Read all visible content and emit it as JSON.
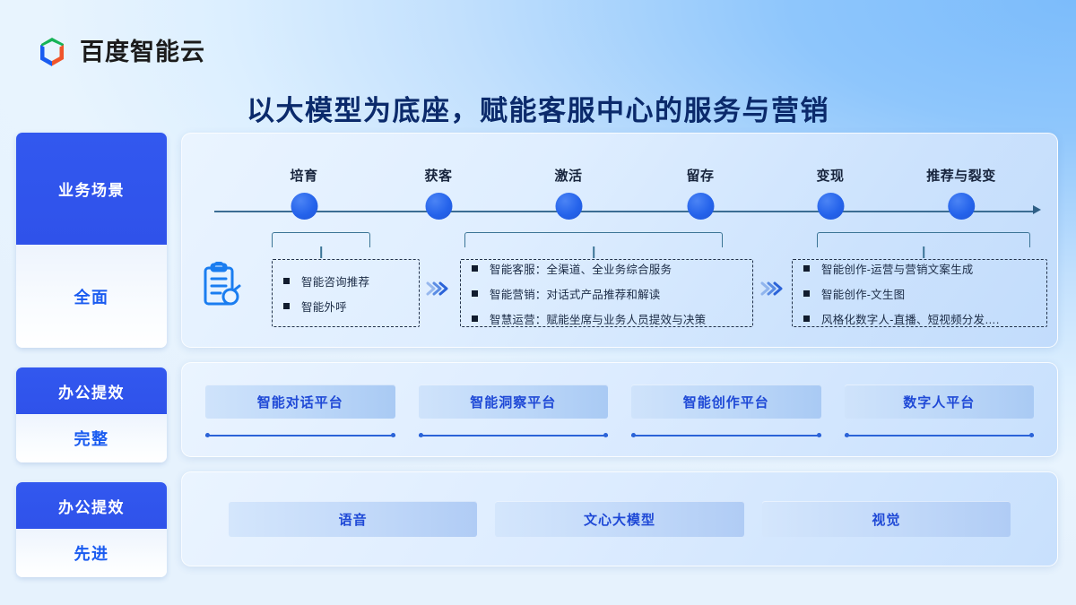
{
  "brand": {
    "name": "百度智能云",
    "logo_icon": "baidu-cloud-cube-logo"
  },
  "deck": {
    "title": "以大模型为底座，赋能客服中心的服务与营销"
  },
  "sidebar": {
    "items": [
      {
        "top": "业务场景",
        "bottom": "全面"
      },
      {
        "top": "办公提效",
        "bottom": "完整"
      },
      {
        "top": "办公提效",
        "bottom": "先进"
      }
    ]
  },
  "scenarios": {
    "timeline": {
      "nodes": [
        {
          "label": "培育"
        },
        {
          "label": "获客"
        },
        {
          "label": "激活"
        },
        {
          "label": "留存"
        },
        {
          "label": "变现"
        },
        {
          "label": "推荐与裂变"
        }
      ],
      "arrow_icon": "arrow-right-icon"
    },
    "clipboard_icon": "clipboard-search-icon",
    "chevron_icon": "double-chevron-right-icon",
    "groups": [
      {
        "items": [
          "智能咨询推荐",
          "智能外呼"
        ]
      },
      {
        "items": [
          "智能客服：全渠道、全业务综合服务",
          "智能营销：对话式产品推荐和解读",
          "智慧运营：赋能坐席与业务人员提效与决策"
        ]
      },
      {
        "items": [
          "智能创作-运营与营销文案生成",
          "智能创作-文生图",
          "风格化数字人-直播、短视频分发…."
        ]
      }
    ]
  },
  "platforms": {
    "cards": [
      {
        "label": "智能对话平台"
      },
      {
        "label": "智能洞察平台"
      },
      {
        "label": "智能创作平台"
      },
      {
        "label": "数字人平台"
      }
    ]
  },
  "foundation": {
    "cards": [
      {
        "label": "语音"
      },
      {
        "label": "文心大模型"
      },
      {
        "label": "视觉"
      }
    ]
  },
  "colors": {
    "brand_blue": "#2f52ea",
    "accent_blue": "#1f49d6",
    "node_blue": "#2563eb",
    "title_navy": "#0b2a6b"
  }
}
